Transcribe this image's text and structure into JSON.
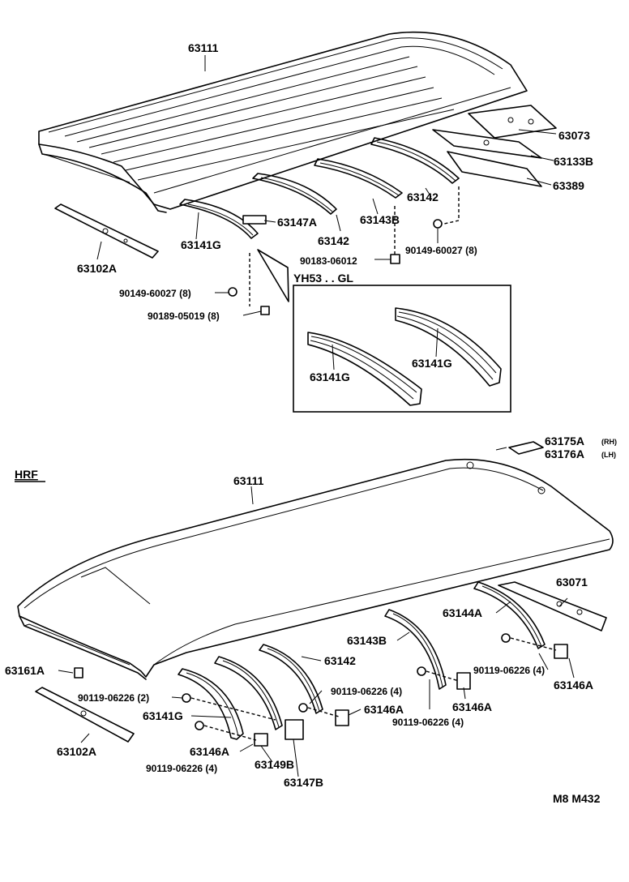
{
  "upper": {
    "roof_panel": "63111",
    "panel_63073": "63073",
    "panel_63133B": "63133B",
    "panel_63389": "63389",
    "bow_rear": "63142",
    "bow_63143B": "63143B",
    "bow_63142": "63142",
    "part_63147A": "63147A",
    "bow_63141G": "63141G",
    "rail_63102A": "63102A",
    "bolt_left": "90149-60027 (8)",
    "clip_left": "90189-05019 (8)",
    "clip_right": "90183-06012",
    "bolt_right": "90149-60027 (8)"
  },
  "inset": {
    "title": "YH53 . . GL",
    "bow_a": "63141G",
    "bow_b": "63141G"
  },
  "hrf": {
    "section_label": "HRF",
    "roof_panel": "63111",
    "bracket_rh": "63175A",
    "bracket_rh_side": "(RH)",
    "bracket_lh": "63176A",
    "bracket_lh_side": "(LH)",
    "rear_panel": "63071",
    "bow_63144A": "63144A",
    "bow_63143B": "63143B",
    "bow_63142": "63142",
    "bow_63141G": "63141G",
    "cap_63161A": "63161A",
    "rail_63102A": "63102A",
    "bolt_a": "90119-06226 (2)",
    "bolt_b": "90119-06226 (4)",
    "bolt_c": "90119-06226 (4)",
    "bolt_d": "90119-06226 (4)",
    "bolt_e": "90119-06226 (4)",
    "bracket_a": "63146A",
    "bracket_b": "63146A",
    "bracket_c": "63146A",
    "bracket_d": "63146A",
    "part_63149B": "63149B",
    "part_63147B": "63147B"
  },
  "footer": {
    "ref": "M8  M432"
  }
}
